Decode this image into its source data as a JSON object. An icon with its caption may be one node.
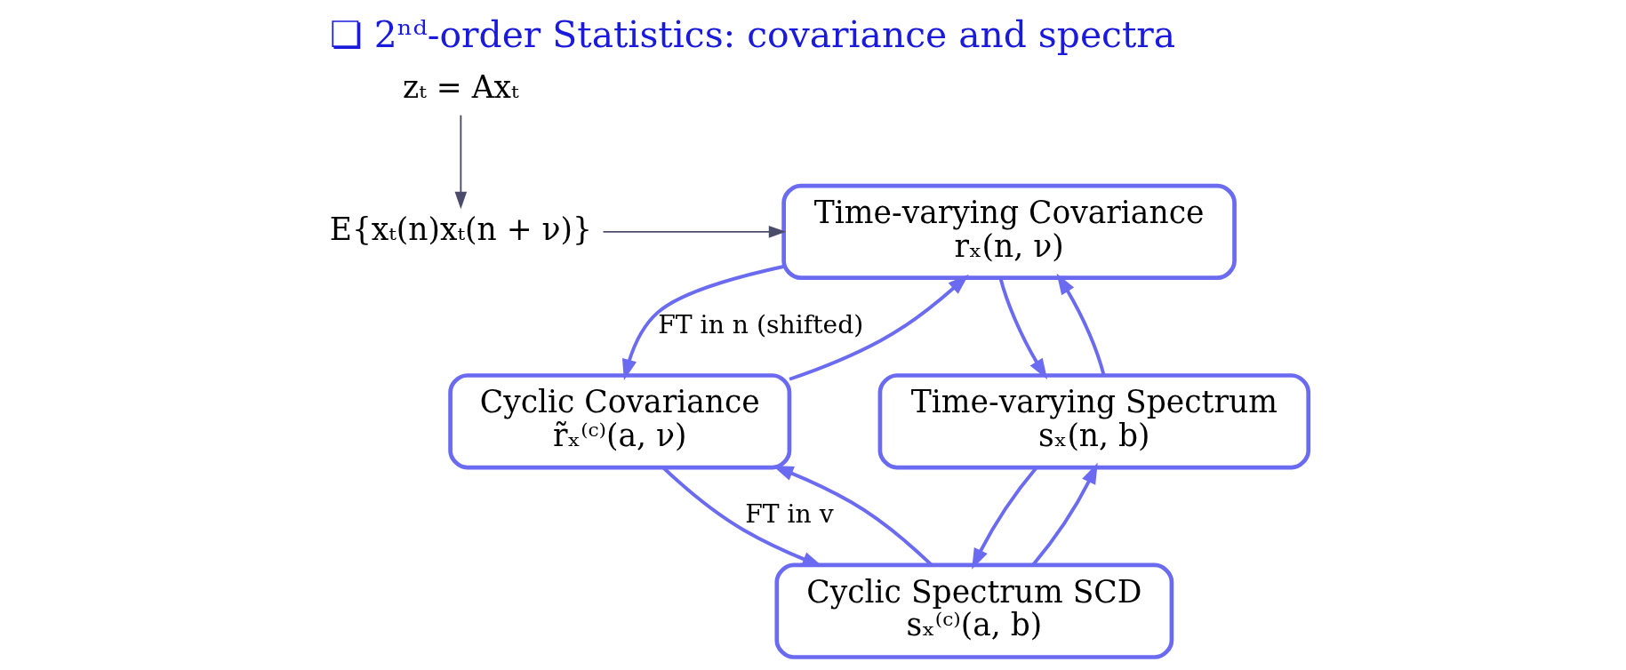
{
  "diagram": {
    "title": "❏ 2ⁿᵈ-order Statistics: covariance and spectra",
    "nodes": [
      {
        "text": [
          "Time-varying Covariance",
          "rₓ(n, ν)"
        ]
      },
      {
        "text": [
          "Cyclic Covariance",
          "r̃ₓ⁽ᶜ⁾(a, ν)"
        ]
      },
      {
        "text": [
          "Time-varying Spectrum",
          "sₓ(n, b)"
        ]
      },
      {
        "text": [
          "Cyclic Spectrum SCD",
          "sₓ⁽ᶜ⁾(a, b)"
        ]
      },
      {
        "text": [
          "zₜ = Axₜ"
        ]
      },
      {
        "text": [
          "E{xₜ(n)xₜ(n + ν)}"
        ]
      }
    ],
    "edges": [
      {
        "from": 0,
        "to": 1,
        "arrow": "to",
        "label": "FT in n (shifted)"
      },
      {
        "from": 1,
        "to": 0,
        "arrow": "to"
      },
      {
        "from": 0,
        "to": 2,
        "arrow": "to"
      },
      {
        "from": 2,
        "to": 0,
        "arrow": "to"
      },
      {
        "from": 1,
        "to": 3,
        "arrow": "to",
        "label": "FT in v"
      },
      {
        "from": 3,
        "to": 1,
        "arrow": "to"
      },
      {
        "from": 2,
        "to": 3,
        "arrow": "to"
      },
      {
        "from": 3,
        "to": 2,
        "arrow": "to"
      },
      {
        "from": 4,
        "to": 5,
        "arrow": "to",
        "color": "#4b4b6b"
      },
      {
        "from": 5,
        "to": 0,
        "arrow": "to",
        "color": "#4b4b6b"
      }
    ]
  }
}
